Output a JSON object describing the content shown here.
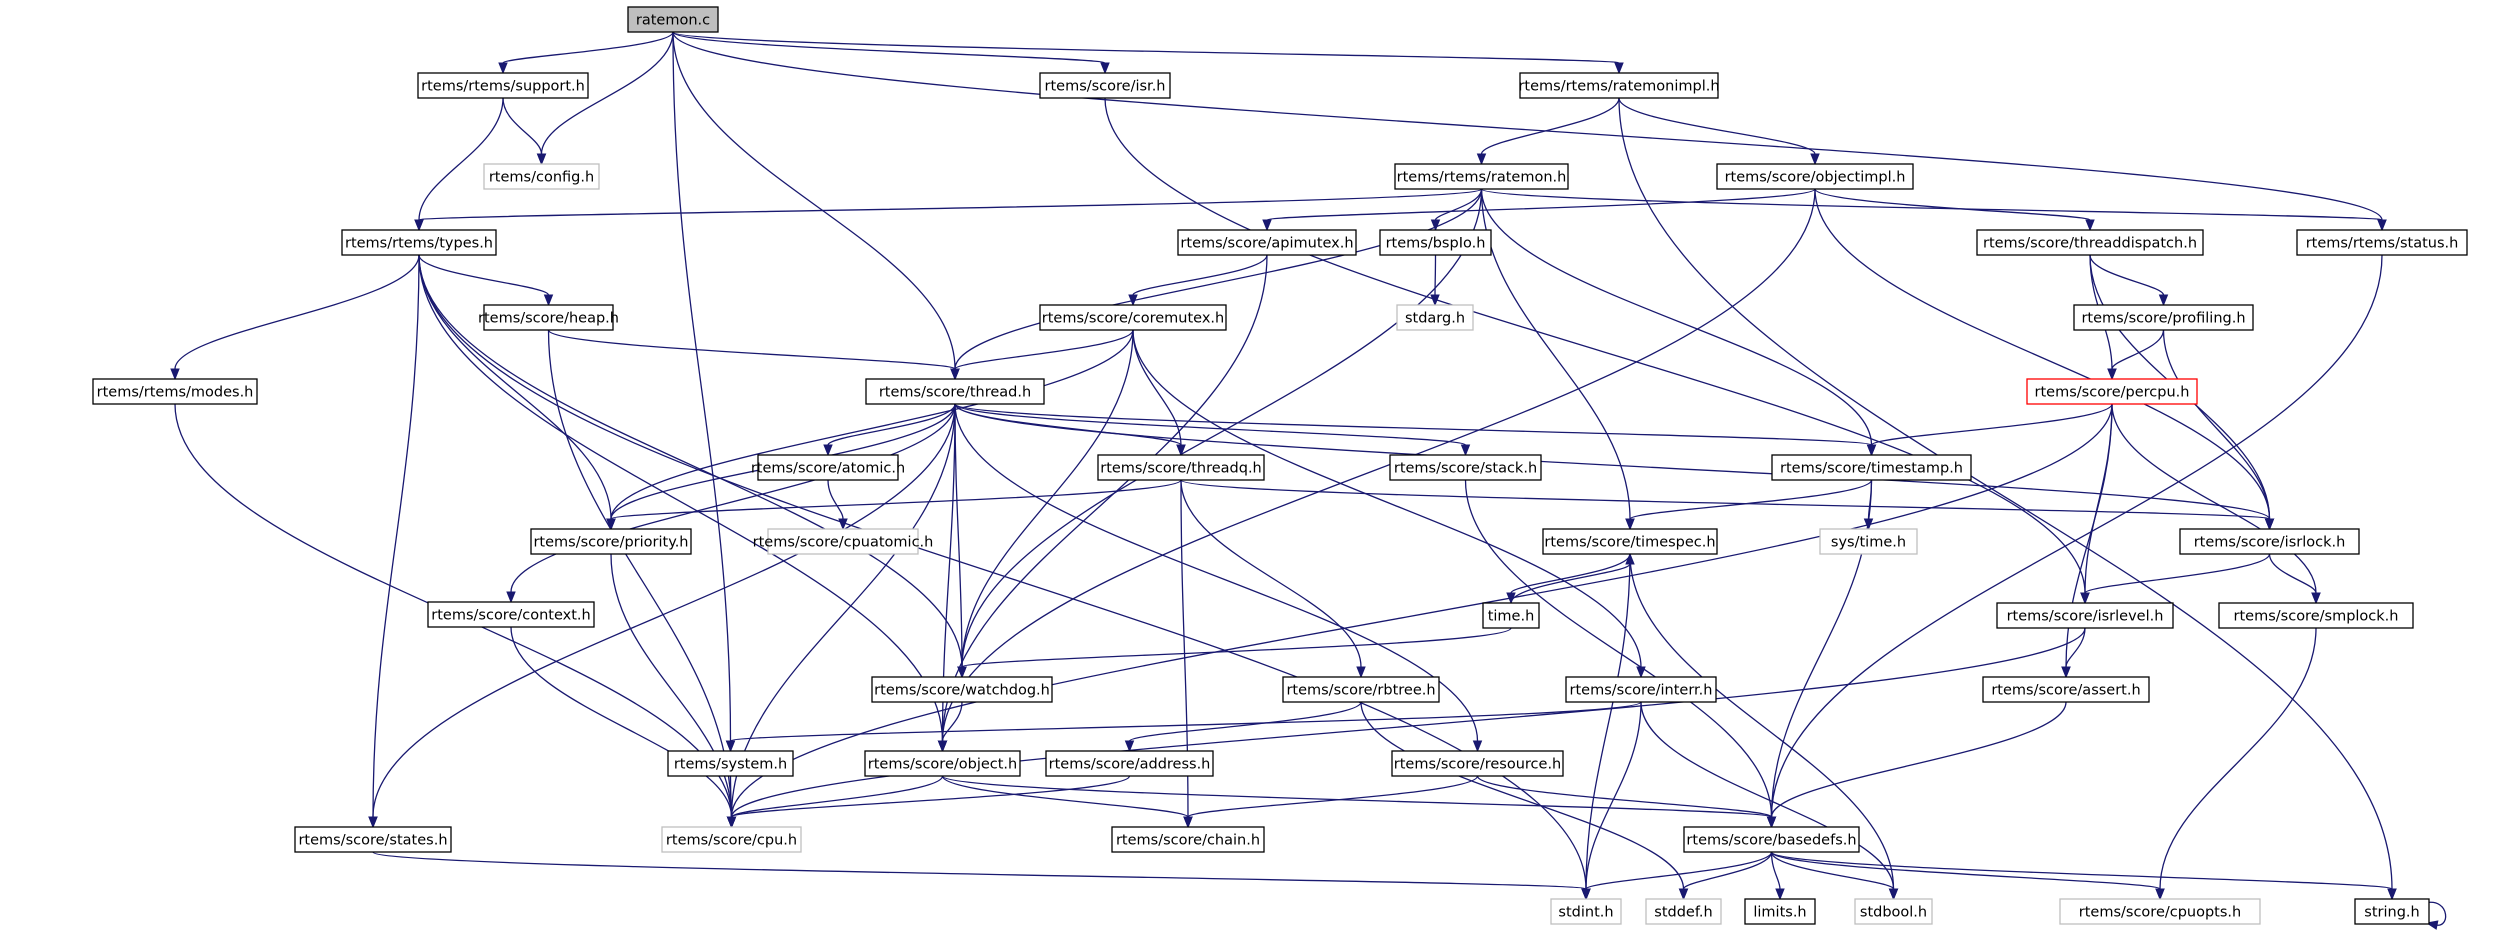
{
  "title": "ratemon.c include dependency graph",
  "colors": {
    "edge": "#191970",
    "root_fill": "#bfbfbf",
    "external_border": "#bfbfbf",
    "highlight_border": "#ff0000",
    "node_border": "#000000"
  },
  "nodes": [
    {
      "id": "ratemon_c",
      "label": "ratemon.c",
      "kind": "root"
    },
    {
      "id": "support_h",
      "label": "rtems/rtems/support.h",
      "kind": "normal"
    },
    {
      "id": "config_h",
      "label": "rtems/config.h",
      "kind": "external"
    },
    {
      "id": "isr_h",
      "label": "rtems/score/isr.h",
      "kind": "normal"
    },
    {
      "id": "ratemonimpl_h",
      "label": "rtems/rtems/ratemonimpl.h",
      "kind": "normal"
    },
    {
      "id": "ratemon_h",
      "label": "rtems/rtems/ratemon.h",
      "kind": "normal"
    },
    {
      "id": "objectimpl_h",
      "label": "rtems/score/objectimpl.h",
      "kind": "normal"
    },
    {
      "id": "types_h",
      "label": "rtems/rtems/types.h",
      "kind": "normal"
    },
    {
      "id": "apimutex_h",
      "label": "rtems/score/apimutex.h",
      "kind": "normal"
    },
    {
      "id": "bspio_h",
      "label": "rtems/bspIo.h",
      "kind": "normal"
    },
    {
      "id": "threaddispatch_h",
      "label": "rtems/score/threaddispatch.h",
      "kind": "normal"
    },
    {
      "id": "status_h",
      "label": "rtems/rtems/status.h",
      "kind": "normal"
    },
    {
      "id": "heap_h",
      "label": "rtems/score/heap.h",
      "kind": "normal"
    },
    {
      "id": "coremutex_h",
      "label": "rtems/score/coremutex.h",
      "kind": "normal"
    },
    {
      "id": "stdarg_h",
      "label": "stdarg.h",
      "kind": "external"
    },
    {
      "id": "profiling_h",
      "label": "rtems/score/profiling.h",
      "kind": "normal"
    },
    {
      "id": "modes_h",
      "label": "rtems/rtems/modes.h",
      "kind": "normal"
    },
    {
      "id": "thread_h",
      "label": "rtems/score/thread.h",
      "kind": "normal"
    },
    {
      "id": "percpu_h",
      "label": "rtems/score/percpu.h",
      "kind": "highlight"
    },
    {
      "id": "atomic_h",
      "label": "rtems/score/atomic.h",
      "kind": "normal"
    },
    {
      "id": "threadq_h",
      "label": "rtems/score/threadq.h",
      "kind": "normal"
    },
    {
      "id": "stack_h",
      "label": "rtems/score/stack.h",
      "kind": "normal"
    },
    {
      "id": "timestamp_h",
      "label": "rtems/score/timestamp.h",
      "kind": "normal"
    },
    {
      "id": "priority_h",
      "label": "rtems/score/priority.h",
      "kind": "normal"
    },
    {
      "id": "cpuatomic_h",
      "label": "rtems/score/cpuatomic.h",
      "kind": "external"
    },
    {
      "id": "timespec_h",
      "label": "rtems/score/timespec.h",
      "kind": "normal"
    },
    {
      "id": "systime_h",
      "label": "sys/time.h",
      "kind": "external"
    },
    {
      "id": "isrlock_h",
      "label": "rtems/score/isrlock.h",
      "kind": "normal"
    },
    {
      "id": "context_h",
      "label": "rtems/score/context.h",
      "kind": "normal"
    },
    {
      "id": "time_h",
      "label": "time.h",
      "kind": "normal"
    },
    {
      "id": "isrlevel_h",
      "label": "rtems/score/isrlevel.h",
      "kind": "normal"
    },
    {
      "id": "smplock_h",
      "label": "rtems/score/smplock.h",
      "kind": "normal"
    },
    {
      "id": "watchdog_h",
      "label": "rtems/score/watchdog.h",
      "kind": "normal"
    },
    {
      "id": "rbtree_h",
      "label": "rtems/score/rbtree.h",
      "kind": "normal"
    },
    {
      "id": "interr_h",
      "label": "rtems/score/interr.h",
      "kind": "normal"
    },
    {
      "id": "assert_h",
      "label": "rtems/score/assert.h",
      "kind": "normal"
    },
    {
      "id": "system_h",
      "label": "rtems/system.h",
      "kind": "normal"
    },
    {
      "id": "object_h",
      "label": "rtems/score/object.h",
      "kind": "normal"
    },
    {
      "id": "address_h",
      "label": "rtems/score/address.h",
      "kind": "normal"
    },
    {
      "id": "resource_h",
      "label": "rtems/score/resource.h",
      "kind": "normal"
    },
    {
      "id": "states_h",
      "label": "rtems/score/states.h",
      "kind": "normal"
    },
    {
      "id": "cpu_h",
      "label": "rtems/score/cpu.h",
      "kind": "external"
    },
    {
      "id": "chain_h",
      "label": "rtems/score/chain.h",
      "kind": "normal"
    },
    {
      "id": "basedefs_h",
      "label": "rtems/score/basedefs.h",
      "kind": "normal"
    },
    {
      "id": "stdint_h",
      "label": "stdint.h",
      "kind": "external"
    },
    {
      "id": "stddef_h",
      "label": "stddef.h",
      "kind": "external"
    },
    {
      "id": "limits_h",
      "label": "limits.h",
      "kind": "normal"
    },
    {
      "id": "stdbool_h",
      "label": "stdbool.h",
      "kind": "external"
    },
    {
      "id": "cpuopts_h",
      "label": "rtems/score/cpuopts.h",
      "kind": "external"
    },
    {
      "id": "string_h",
      "label": "string.h",
      "kind": "normal"
    }
  ],
  "edges": [
    [
      "ratemon_c",
      "support_h"
    ],
    [
      "ratemon_c",
      "config_h"
    ],
    [
      "ratemon_c",
      "isr_h"
    ],
    [
      "ratemon_c",
      "ratemonimpl_h"
    ],
    [
      "ratemon_c",
      "status_h"
    ],
    [
      "ratemon_c",
      "thread_h"
    ],
    [
      "ratemon_c",
      "system_h"
    ],
    [
      "support_h",
      "config_h"
    ],
    [
      "support_h",
      "types_h"
    ],
    [
      "isr_h",
      "isrlevel_h"
    ],
    [
      "ratemonimpl_h",
      "ratemon_h"
    ],
    [
      "ratemonimpl_h",
      "objectimpl_h"
    ],
    [
      "ratemonimpl_h",
      "string_h"
    ],
    [
      "ratemon_h",
      "types_h"
    ],
    [
      "ratemon_h",
      "bspio_h"
    ],
    [
      "ratemon_h",
      "status_h"
    ],
    [
      "ratemon_h",
      "thread_h"
    ],
    [
      "ratemon_h",
      "watchdog_h"
    ],
    [
      "ratemon_h",
      "timespec_h"
    ],
    [
      "ratemon_h",
      "timestamp_h"
    ],
    [
      "objectimpl_h",
      "apimutex_h"
    ],
    [
      "objectimpl_h",
      "threaddispatch_h"
    ],
    [
      "objectimpl_h",
      "object_h"
    ],
    [
      "objectimpl_h",
      "isrlock_h"
    ],
    [
      "types_h",
      "heap_h"
    ],
    [
      "types_h",
      "modes_h"
    ],
    [
      "types_h",
      "priority_h"
    ],
    [
      "types_h",
      "object_h"
    ],
    [
      "types_h",
      "watchdog_h"
    ],
    [
      "types_h",
      "stdint_h"
    ],
    [
      "types_h",
      "states_h"
    ],
    [
      "apimutex_h",
      "coremutex_h"
    ],
    [
      "apimutex_h",
      "object_h"
    ],
    [
      "bspio_h",
      "stdarg_h"
    ],
    [
      "threaddispatch_h",
      "percpu_h"
    ],
    [
      "threaddispatch_h",
      "profiling_h"
    ],
    [
      "threaddispatch_h",
      "isrlock_h"
    ],
    [
      "status_h",
      "basedefs_h"
    ],
    [
      "heap_h",
      "thread_h"
    ],
    [
      "heap_h",
      "cpu_h"
    ],
    [
      "coremutex_h",
      "thread_h"
    ],
    [
      "coremutex_h",
      "threadq_h"
    ],
    [
      "coremutex_h",
      "priority_h"
    ],
    [
      "coremutex_h",
      "watchdog_h"
    ],
    [
      "coremutex_h",
      "interr_h"
    ],
    [
      "profiling_h",
      "percpu_h"
    ],
    [
      "profiling_h",
      "isrlock_h"
    ],
    [
      "modes_h",
      "cpu_h"
    ],
    [
      "thread_h",
      "atomic_h"
    ],
    [
      "thread_h",
      "threadq_h"
    ],
    [
      "thread_h",
      "stack_h"
    ],
    [
      "thread_h",
      "timestamp_h"
    ],
    [
      "thread_h",
      "priority_h"
    ],
    [
      "thread_h",
      "isrlock_h"
    ],
    [
      "thread_h",
      "context_h"
    ],
    [
      "thread_h",
      "watchdog_h"
    ],
    [
      "thread_h",
      "object_h"
    ],
    [
      "thread_h",
      "resource_h"
    ],
    [
      "thread_h",
      "states_h"
    ],
    [
      "thread_h",
      "cpu_h"
    ],
    [
      "percpu_h",
      "timestamp_h"
    ],
    [
      "percpu_h",
      "isrlevel_h"
    ],
    [
      "percpu_h",
      "assert_h"
    ],
    [
      "percpu_h",
      "smplock_h"
    ],
    [
      "percpu_h",
      "cpu_h"
    ],
    [
      "atomic_h",
      "cpuatomic_h"
    ],
    [
      "threadq_h",
      "priority_h"
    ],
    [
      "threadq_h",
      "rbtree_h"
    ],
    [
      "threadq_h",
      "chain_h"
    ],
    [
      "threadq_h",
      "isrlock_h"
    ],
    [
      "stack_h",
      "basedefs_h"
    ],
    [
      "timestamp_h",
      "timespec_h"
    ],
    [
      "timestamp_h",
      "systime_h"
    ],
    [
      "timestamp_h",
      "basedefs_h"
    ],
    [
      "priority_h",
      "cpu_h"
    ],
    [
      "timespec_h",
      "time_h"
    ],
    [
      "timespec_h",
      "stdint_h"
    ],
    [
      "timespec_h",
      "stdbool_h"
    ],
    [
      "time_h",
      "timespec_h"
    ],
    [
      "time_h",
      "watchdog_h"
    ],
    [
      "isrlock_h",
      "isrlevel_h"
    ],
    [
      "isrlock_h",
      "smplock_h"
    ],
    [
      "context_h",
      "cpu_h"
    ],
    [
      "isrlevel_h",
      "assert_h"
    ],
    [
      "isrlevel_h",
      "cpu_h"
    ],
    [
      "smplock_h",
      "cpuopts_h"
    ],
    [
      "watchdog_h",
      "object_h"
    ],
    [
      "rbtree_h",
      "address_h"
    ],
    [
      "rbtree_h",
      "stddef_h"
    ],
    [
      "interr_h",
      "system_h"
    ],
    [
      "interr_h",
      "stdint_h"
    ],
    [
      "interr_h",
      "stdbool_h"
    ],
    [
      "assert_h",
      "basedefs_h"
    ],
    [
      "system_h",
      "cpu_h"
    ],
    [
      "object_h",
      "cpu_h"
    ],
    [
      "object_h",
      "chain_h"
    ],
    [
      "object_h",
      "basedefs_h"
    ],
    [
      "address_h",
      "cpu_h"
    ],
    [
      "resource_h",
      "chain_h"
    ],
    [
      "resource_h",
      "basedefs_h"
    ],
    [
      "states_h",
      "stdint_h"
    ],
    [
      "basedefs_h",
      "stdint_h"
    ],
    [
      "basedefs_h",
      "stddef_h"
    ],
    [
      "basedefs_h",
      "limits_h"
    ],
    [
      "basedefs_h",
      "stdbool_h"
    ],
    [
      "basedefs_h",
      "cpuopts_h"
    ],
    [
      "basedefs_h",
      "string_h"
    ],
    [
      "string_h",
      "string_h"
    ]
  ]
}
